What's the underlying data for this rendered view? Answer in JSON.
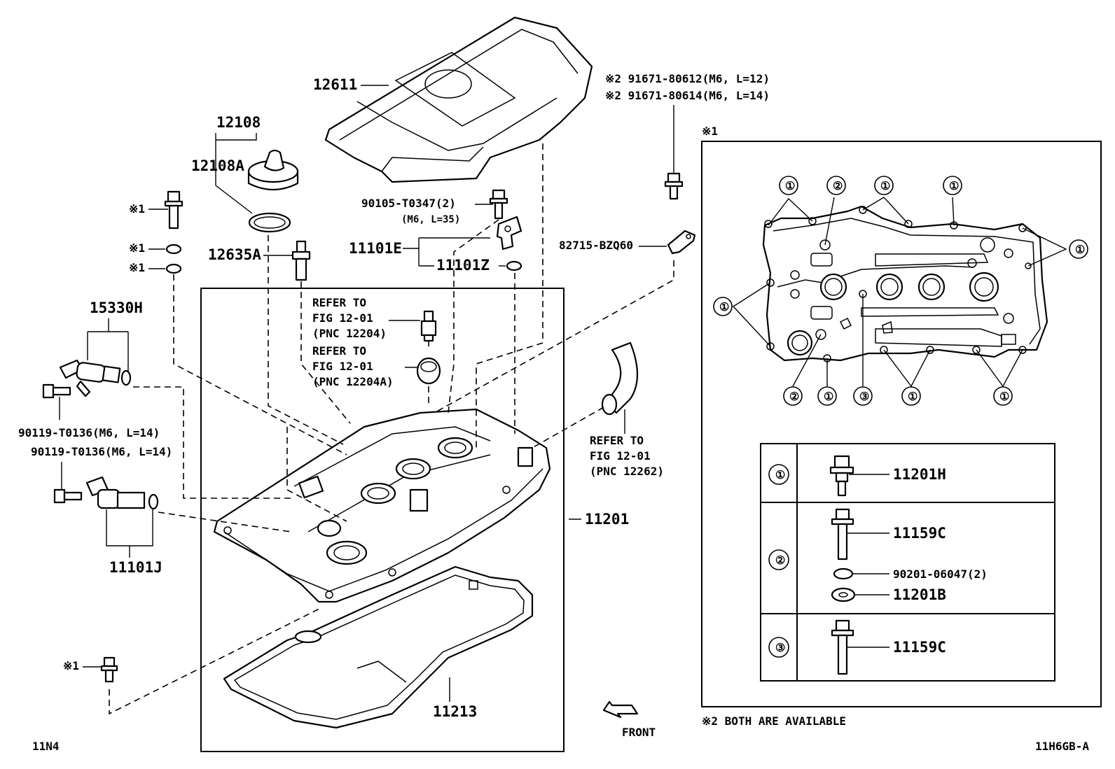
{
  "labels": {
    "p12611": "12611",
    "p12108": "12108",
    "p12108A": "12108A",
    "p12635A": "12635A",
    "p90105": "90105-T0347(2)",
    "p90105_spec": "(M6, L=35)",
    "p11101E": "11101E",
    "p11101Z": "11101Z",
    "p82715": "82715-BZQ60",
    "p91671_a": "※2 91671-80612(M6, L=12)",
    "p91671_b": "※2 91671-80614(M6, L=14)",
    "p15330H": "15330H",
    "p90119_a": "90119-T0136(M6, L=14)",
    "p90119_b": "90119-T0136(M6, L=14)",
    "p11101J": "11101J",
    "p11201": "11201",
    "p11213": "11213",
    "mark1_a": "※1",
    "mark1_b": "※1",
    "mark1_c": "※1",
    "mark1_d": "※1",
    "mark1_box": "※1",
    "refer1": [
      "REFER TO",
      "FIG 12-01",
      "(PNC 12204)"
    ],
    "refer2": [
      "REFER TO",
      "FIG 12-01",
      "(PNC 12204A)"
    ],
    "refer3": [
      "REFER TO",
      "FIG 12-01",
      "(PNC 12262)"
    ],
    "front": "FRONT",
    "note2": "※2 BOTH ARE AVAILABLE",
    "code_left": "11N4",
    "code_right": "11H6GB-A"
  },
  "legend": {
    "rows": [
      {
        "key": "①",
        "parts": [
          "11201H"
        ]
      },
      {
        "key": "②",
        "parts": [
          "11159C",
          "90201-06047(2)",
          "11201B"
        ]
      },
      {
        "key": "③",
        "parts": [
          "11159C"
        ]
      }
    ]
  },
  "plan_markers": [
    "①",
    "②",
    "③"
  ]
}
